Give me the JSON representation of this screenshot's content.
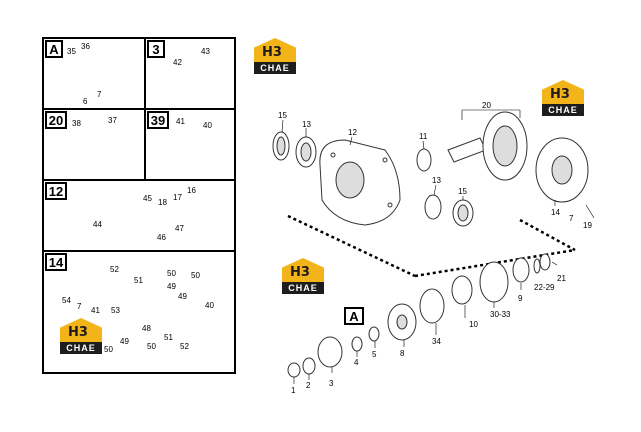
{
  "panels": {
    "A": {
      "badge": "A",
      "labels": {
        "l36": "36",
        "l35": "35",
        "l6": "6",
        "l7": "7"
      }
    },
    "p3": {
      "badge": "3",
      "labels": {
        "l43": "43",
        "l42": "42"
      }
    },
    "p20": {
      "badge": "20",
      "labels": {
        "l38": "38",
        "l37": "37"
      }
    },
    "p39": {
      "badge": "39",
      "labels": {
        "l41": "41",
        "l40": "40"
      }
    },
    "p12": {
      "badge": "12",
      "labels": {
        "l45": "45",
        "l18": "18",
        "l17": "17",
        "l16": "16",
        "l44": "44",
        "l46": "46",
        "l47": "47"
      }
    },
    "p14": {
      "badge": "14",
      "labels": {
        "l52": "52",
        "l50a": "50",
        "l50b": "50",
        "l54": "54",
        "l51a": "51",
        "l49a": "49",
        "l53": "53",
        "l41": "41",
        "l7": "7",
        "l48": "48",
        "l49b": "49",
        "l40": "40",
        "l50c": "50",
        "l49c": "49",
        "l50d": "50",
        "l51b": "51",
        "l52b": "52"
      }
    }
  },
  "logos": [
    {
      "top": "H3",
      "bottom": "CHAE"
    },
    {
      "top": "H3",
      "bottom": "CHAE"
    },
    {
      "top": "H3",
      "bottom": "CHAE"
    },
    {
      "top": "H3",
      "bottom": "CHAE"
    }
  ],
  "main": {
    "badge_A": "A",
    "labels": {
      "l20": "20",
      "l15a": "15",
      "l13a": "13",
      "l12": "12",
      "l11": "11",
      "l13b": "13",
      "l15b": "15",
      "l14": "14",
      "l7": "7",
      "l19": "19",
      "l21": "21",
      "l9": "9",
      "l2229": "22-29",
      "l3033": "30-33",
      "l10": "10",
      "l34": "34",
      "l8": "8",
      "l5": "5",
      "l4": "4",
      "l3": "3",
      "l2": "2",
      "l1": "1"
    }
  }
}
